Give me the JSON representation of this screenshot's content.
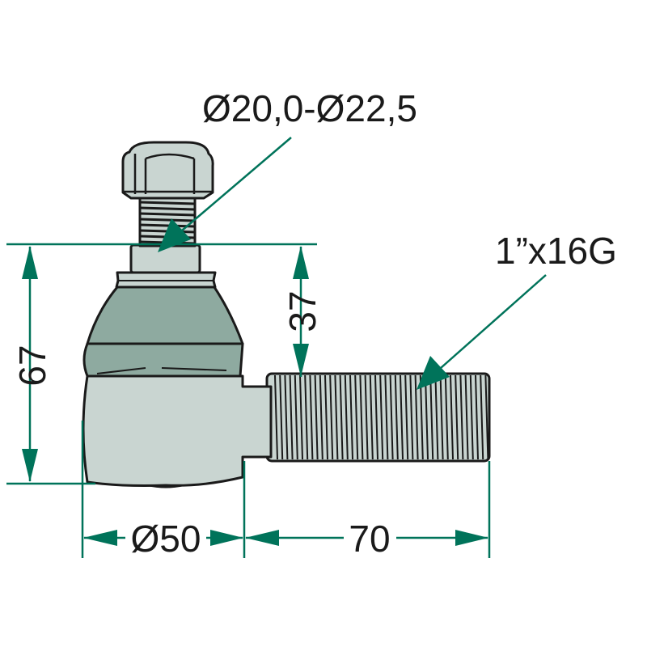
{
  "labels": {
    "ball_stud_diameter": "Ø20,0-Ø22,5",
    "thread_spec": "1”x16G",
    "overall_height": "67",
    "stud_height": "37",
    "housing_diameter": "Ø50",
    "shank_length": "70"
  },
  "colors": {
    "dimension": "#00735a",
    "part_light": "#c9d5d1",
    "part_dark": "#8eaaa0"
  }
}
